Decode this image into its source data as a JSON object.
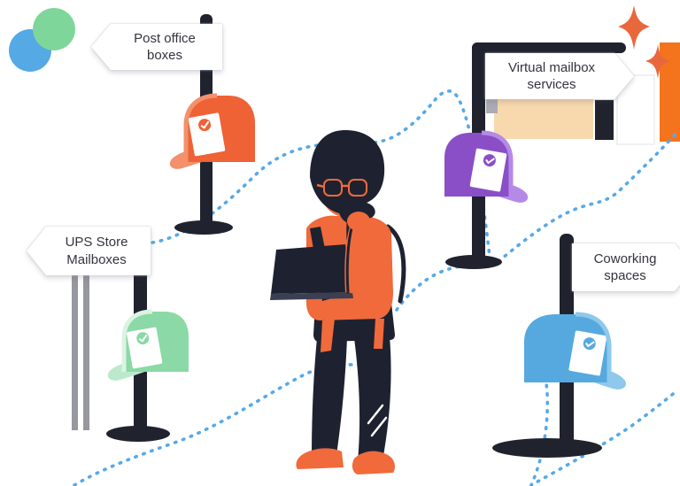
{
  "scene_title": "Mailbox options illustration",
  "signs": {
    "post_office": {
      "line1": "Post office",
      "line2": "boxes",
      "direction": "left"
    },
    "virtual_mailbox": {
      "line1": "Virtual mailbox",
      "line2": "services",
      "direction": "right"
    },
    "ups_store": {
      "line1": "UPS Store",
      "line2": "Mailboxes",
      "direction": "left"
    },
    "coworking": {
      "line1": "Coworking",
      "line2": "spaces",
      "direction": "right"
    }
  },
  "mailboxes": [
    {
      "id": "post-office",
      "color_name": "orange",
      "facing": "left"
    },
    {
      "id": "ups-store",
      "color_name": "green",
      "facing": "left"
    },
    {
      "id": "virtual",
      "color_name": "purple",
      "facing": "right"
    },
    {
      "id": "coworking",
      "color_name": "blue",
      "facing": "right"
    }
  ],
  "icons": [
    "mailbox-icon",
    "envelope-icon",
    "check-icon",
    "sparkle-icon",
    "signpost-icon",
    "thinking-person-icon"
  ],
  "colors": {
    "mailbox_orange": "#ee6236",
    "mailbox_orange_light": "#f2916c",
    "mailbox_green": "#8bd9a6",
    "mailbox_green_light": "#bce9cc",
    "mailbox_purple": "#8a4fc7",
    "mailbox_purple_light": "#b58ae6",
    "mailbox_blue": "#56a9df",
    "mailbox_blue_light": "#8ec9ed",
    "pole_dark": "#20232e",
    "post_gray": "#97979f",
    "dash_blue": "#57a9e8",
    "circle_green": "#7fd69b",
    "circle_blue": "#55a9e4",
    "sparkle_orange": "#e8683c",
    "block_peach": "#f8d9ad",
    "block_orange": "#f4741e",
    "block_white": "#ffffff",
    "character_orange": "#f06a3b",
    "character_dark": "#1e2230",
    "sign_bg": "#ffffff",
    "sign_text": "#33343e",
    "envelope_white": "#ffffff"
  }
}
